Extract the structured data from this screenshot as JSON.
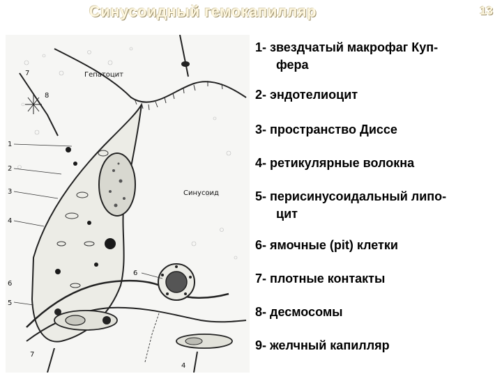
{
  "title": "Синусоидный гемокапилляр",
  "slide_number": "13",
  "figure": {
    "labels": {
      "hepatocyte": "Гепатоцит",
      "sinusoid": "Синусоид"
    },
    "callouts": [
      "7",
      "8",
      "1",
      "2",
      "3",
      "4",
      "5",
      "6",
      "6",
      "7",
      "4"
    ]
  },
  "legend": [
    {
      "num": "1- ",
      "text": "звездчатый макрофаг Куп-",
      "cont": "фера"
    },
    {
      "num": "2- ",
      "text": "эндотелиоцит",
      "cont": ""
    },
    {
      "num": "3- ",
      "text": "пространство Диссе",
      "cont": ""
    },
    {
      "num": "4- ",
      "text": "ретикулярные волокна",
      "cont": ""
    },
    {
      "num": "5- ",
      "text": "перисинусоидальный липо-",
      "cont": "цит"
    },
    {
      "num": "6- ",
      "text": "ямочные (pit) клетки",
      "cont": ""
    },
    {
      "num": "7- ",
      "text": "плотные контакты",
      "cont": ""
    },
    {
      "num": "8- ",
      "text": "десмосомы",
      "cont": ""
    },
    {
      "num": "9- ",
      "text": "желчный капилляр",
      "cont": ""
    }
  ]
}
